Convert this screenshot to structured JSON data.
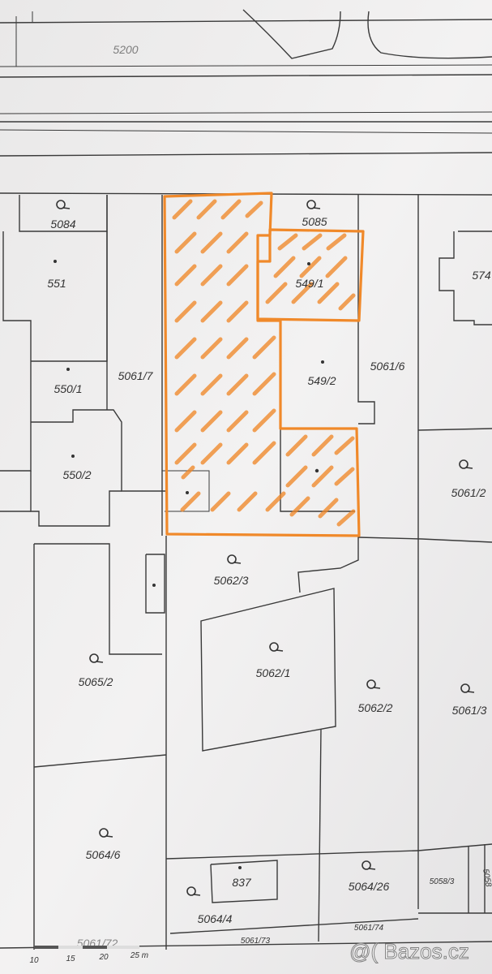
{
  "map": {
    "highlight_color": "#f0892a",
    "parcels": [
      {
        "id": "5084",
        "label": "5084"
      },
      {
        "id": "5085",
        "label": "5085"
      },
      {
        "id": "551",
        "label": "551"
      },
      {
        "id": "574",
        "label": "574"
      },
      {
        "id": "549-1",
        "label": "549/1"
      },
      {
        "id": "549-2",
        "label": "549/2"
      },
      {
        "id": "550-1",
        "label": "550/1"
      },
      {
        "id": "550-2",
        "label": "550/2"
      },
      {
        "id": "5061-7",
        "label": "5061/7"
      },
      {
        "id": "5061-6",
        "label": "5061/6"
      },
      {
        "id": "5061-2",
        "label": "5061/2"
      },
      {
        "id": "5062-3",
        "label": "5062/3"
      },
      {
        "id": "5062-1",
        "label": "5062/1"
      },
      {
        "id": "5062-2",
        "label": "5062/2"
      },
      {
        "id": "5061-3",
        "label": "5061/3"
      },
      {
        "id": "5065-2",
        "label": "5065/2"
      },
      {
        "id": "5064-6",
        "label": "5064/6"
      },
      {
        "id": "837",
        "label": "837"
      },
      {
        "id": "5064-26",
        "label": "5064/26"
      },
      {
        "id": "5064-4",
        "label": "5064/4"
      },
      {
        "id": "5058-3",
        "label": "5058/3"
      },
      {
        "id": "5058",
        "label": "5058"
      },
      {
        "id": "5061-74",
        "label": "5061/74"
      },
      {
        "id": "5061-73",
        "label": "5061/73"
      },
      {
        "id": "5061-72",
        "label": "5061/72"
      },
      {
        "id": "top-partial",
        "label": "5200"
      }
    ],
    "scale_labels": [
      "10",
      "15",
      "20",
      "25 m"
    ],
    "watermark": "@( Bazos.cz"
  }
}
